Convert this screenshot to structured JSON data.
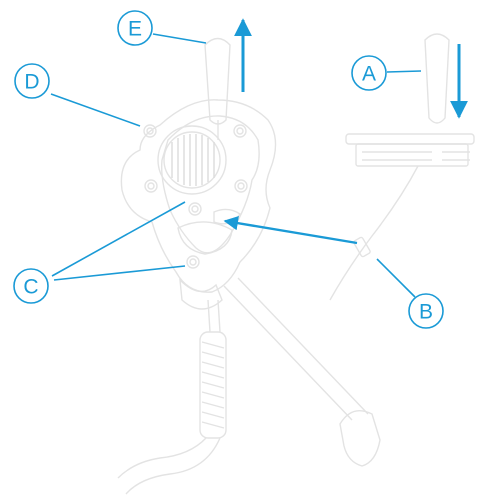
{
  "callouts": {
    "a": "A",
    "b": "B",
    "c": "C",
    "d": "D",
    "e": "E"
  },
  "colors": {
    "accent": "#1a9ad6",
    "line_art": "#e6e6e6",
    "line_art_dark": "#d8d8d8"
  },
  "arrows": {
    "e_direction": "up",
    "a_direction": "down"
  }
}
